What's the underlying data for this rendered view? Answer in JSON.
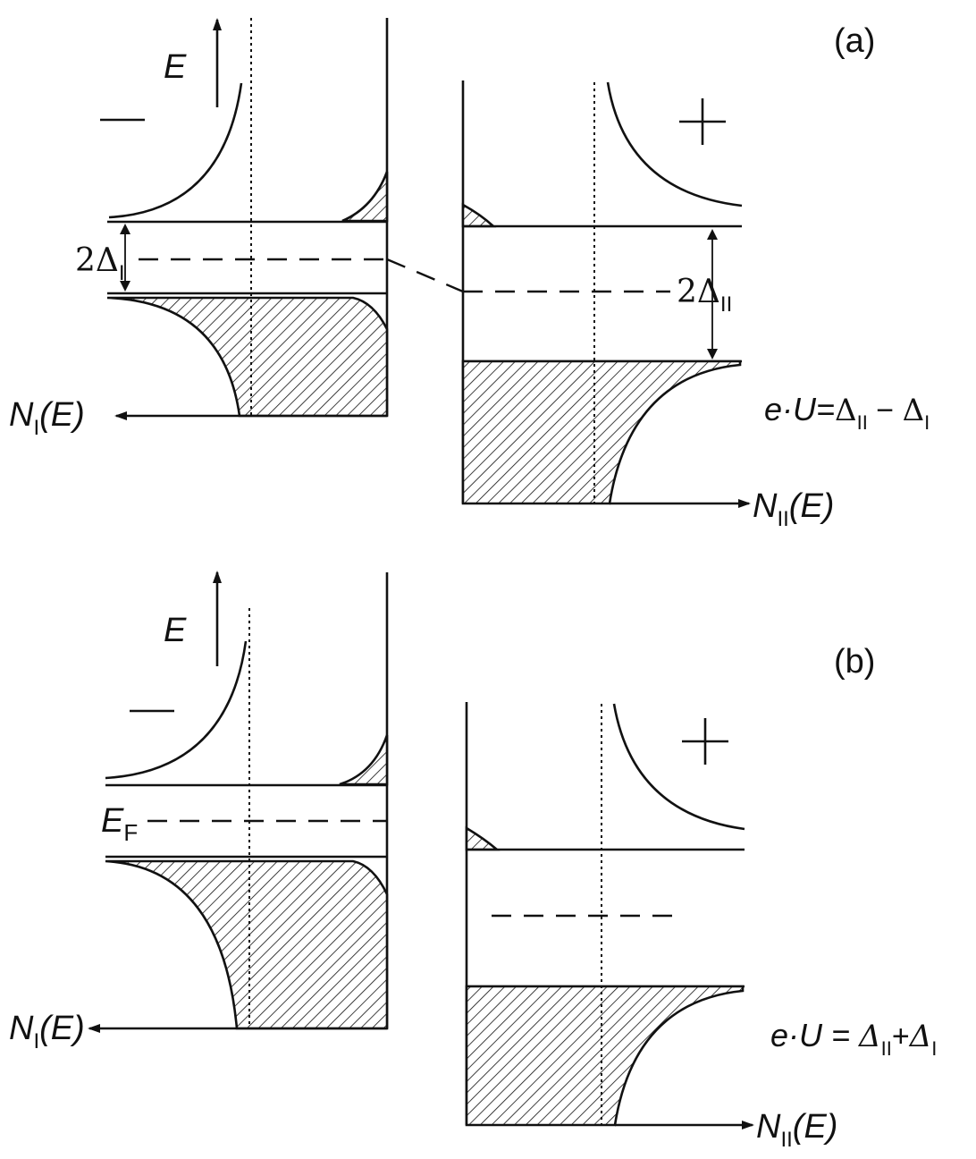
{
  "panel_a": {
    "label": "(a)",
    "energy_axis": "E",
    "minus_sign": "—",
    "plus_sign": "+",
    "gap_left": {
      "prefix": "2",
      "delta": "Δ",
      "subscript": "I"
    },
    "gap_right": {
      "prefix": "2",
      "delta": "Δ",
      "subscript": "II"
    },
    "dos_left": {
      "main": "N",
      "sub": "I",
      "arg": "(E)"
    },
    "dos_right": {
      "main": "N",
      "sub": "II",
      "arg": "(E)"
    },
    "equation": {
      "lhs": "e·U=",
      "d1": "Δ",
      "s1": "II",
      "op": " − ",
      "d2": "Δ",
      "s2": "I"
    }
  },
  "panel_b": {
    "label": "(b)",
    "energy_axis": "E",
    "minus_sign": "—",
    "plus_sign": "+",
    "fermi": {
      "main": "E",
      "sub": "F"
    },
    "dos_left": {
      "main": "N",
      "sub": "I",
      "arg": "(E)"
    },
    "dos_right": {
      "main": "N",
      "sub": "II",
      "arg": "(E)"
    },
    "equation": {
      "lhs": "e·U = ",
      "d1": "Δ",
      "s1": "II",
      "op": "+",
      "d2": "Δ",
      "s2": "I"
    }
  },
  "colors": {
    "ink": "#111111",
    "background": "#ffffff"
  }
}
